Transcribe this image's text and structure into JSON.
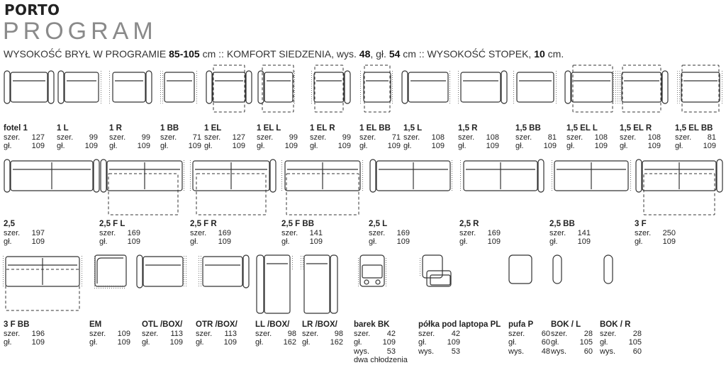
{
  "header": {
    "brand": "PORTO",
    "program": "PROGRAM",
    "specs": [
      {
        "text": "WYSOKOŚĆ BRYŁ W PROGRAMIE ",
        "bold": false
      },
      {
        "text": "85-105",
        "bold": true
      },
      {
        "text": " cm :: KOMFORT SIEDZENIA, wys. ",
        "bold": false
      },
      {
        "text": "48",
        "bold": true
      },
      {
        "text": ", gł. ",
        "bold": false
      },
      {
        "text": "54",
        "bold": true
      },
      {
        "text": " cm :: WYSOKOŚĆ STOPEK, ",
        "bold": false
      },
      {
        "text": "10",
        "bold": true
      },
      {
        "text": " cm.",
        "bold": false
      }
    ]
  },
  "labels": {
    "width": "szer.",
    "depth": "gł.",
    "height": "wys."
  },
  "modules": [
    {
      "name": "fotel 1",
      "width": "127",
      "depth": "109"
    },
    {
      "name": "1 L",
      "width": "99",
      "depth": "109"
    },
    {
      "name": "1 R",
      "width": "99",
      "depth": "109"
    },
    {
      "name": "1 BB",
      "width": "71",
      "depth": "109"
    },
    {
      "name": "1 EL",
      "width": "127",
      "depth": "109"
    },
    {
      "name": "1 EL L",
      "width": "99",
      "depth": "109"
    },
    {
      "name": "1 EL R",
      "width": "99",
      "depth": "109"
    },
    {
      "name": "1 EL BB",
      "width": "71",
      "depth": "109"
    },
    {
      "name": "1,5 L",
      "width": "108",
      "depth": "109"
    },
    {
      "name": "1,5 R",
      "width": "108",
      "depth": "109"
    },
    {
      "name": "1,5 BB",
      "width": "81",
      "depth": "109"
    },
    {
      "name": "1,5 EL L",
      "width": "108",
      "depth": "109"
    },
    {
      "name": "1,5 EL R",
      "width": "108",
      "depth": "109"
    },
    {
      "name": "1,5 EL BB",
      "width": "81",
      "depth": "109"
    },
    {
      "name": "2,5",
      "width": "197",
      "depth": "109"
    },
    {
      "name": "2,5 F L",
      "width": "169",
      "depth": "109"
    },
    {
      "name": "2,5 F R",
      "width": "169",
      "depth": "109"
    },
    {
      "name": "2,5 F BB",
      "width": "141",
      "depth": "109"
    },
    {
      "name": "2,5 L",
      "width": "169",
      "depth": "109"
    },
    {
      "name": "2,5 R",
      "width": "169",
      "depth": "109"
    },
    {
      "name": "2,5 BB",
      "width": "141",
      "depth": "109"
    },
    {
      "name": "3 F",
      "width": "250",
      "depth": "109"
    },
    {
      "name": "3 F BB",
      "width": "196",
      "depth": "109"
    },
    {
      "name": "EM",
      "width": "109",
      "depth": "109"
    },
    {
      "name": "OTL /BOX/",
      "width": "113",
      "depth": "109"
    },
    {
      "name": "OTR /BOX/",
      "width": "113",
      "depth": "109"
    },
    {
      "name": "LL /BOX/",
      "width": "98",
      "depth": "162"
    },
    {
      "name": "LR /BOX/",
      "width": "98",
      "depth": "162"
    },
    {
      "name": "barek BK",
      "width": "42",
      "depth": "109",
      "height": "53",
      "note": "dwa chłodzenia"
    },
    {
      "name": "półka pod laptopa PL",
      "width": "42",
      "depth": "109",
      "height": "53"
    },
    {
      "name": "pufa P",
      "width": "60",
      "depth": "60",
      "height": "48"
    },
    {
      "name": "BOK / L",
      "width": "28",
      "depth": "105",
      "height": "60"
    },
    {
      "name": "BOK / R",
      "width": "28",
      "depth": "105",
      "height": "60"
    }
  ]
}
